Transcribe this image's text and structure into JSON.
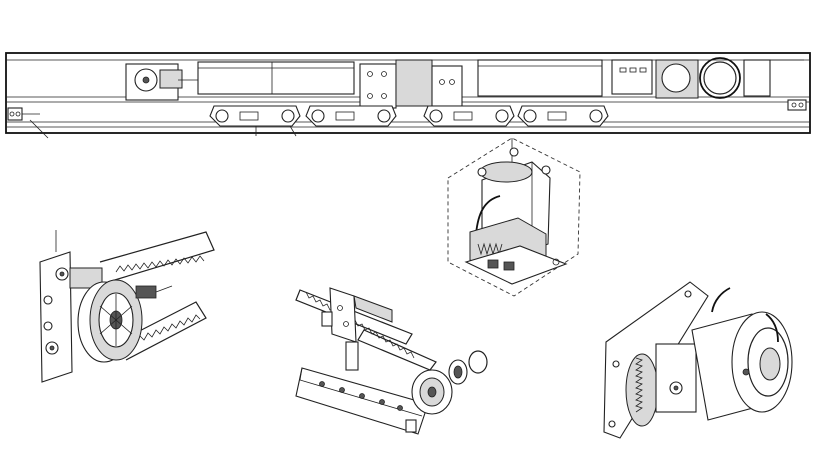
{
  "figure": {
    "components": [
      {
        "id": "operator-rail",
        "icon": "door-operator-rail-assembly"
      },
      {
        "id": "belt-pulley",
        "icon": "toothed-belt-idler-pulley"
      },
      {
        "id": "belt-clamp",
        "icon": "belt-clamp-bracket-with-bearing"
      },
      {
        "id": "gear-motor",
        "icon": "gear-motor-unit"
      },
      {
        "id": "drive-motor",
        "icon": "drive-motor-with-toothed-wheel"
      }
    ],
    "colors": {
      "line": "#222222",
      "paper": "#ffffff",
      "shade": "#d9d9d9"
    }
  }
}
